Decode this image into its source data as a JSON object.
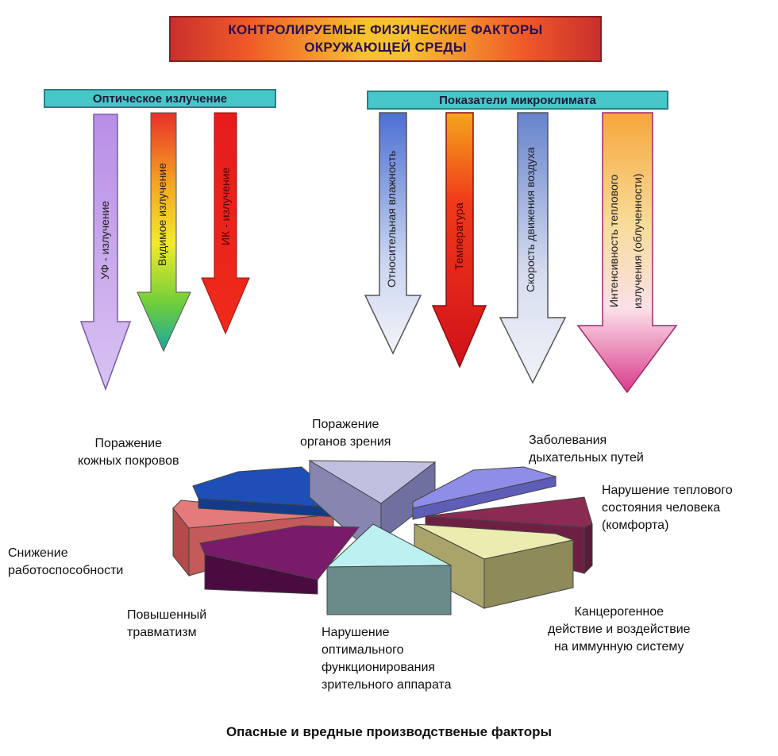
{
  "header": {
    "title_line1": "КОНТРОЛИРУЕМЫЕ ФИЗИЧЕСКИЕ ФАКТОРЫ",
    "title_line2": "ОКРУЖАЮЩЕЙ СРЕДЫ"
  },
  "categories": {
    "optical": "Оптическое излучение",
    "microclimate": "Показатели микроклимата"
  },
  "arrows": {
    "uv": "УФ - излучение",
    "visible": "Видимое излучение",
    "ir": "ИК - излучение",
    "humidity": "Относительная влажность",
    "temperature": "Температура",
    "air_speed": "Скорость движения воздуха",
    "heat_line1": "Интенсивность теплового",
    "heat_line2": "излучения (облученности)"
  },
  "effects": {
    "eye_line1": "Поражение",
    "eye_line2": "органов зрения",
    "resp_line1": "Заболевания",
    "resp_line2": "дыхательных путей",
    "thermal_line1": "Нарушение теплового",
    "thermal_line2": "состояния человека",
    "thermal_line3": "(комфорта)",
    "cancer_line1": "Канцерогенное",
    "cancer_line2": "действие и воздействие",
    "cancer_line3": "на иммунную систему",
    "visual_line1": "Нарушение",
    "visual_line2": "оптимального",
    "visual_line3": "функционирования",
    "visual_line4": "зрительного аппарата",
    "trauma_line1": "Повышенный",
    "trauma_line2": "травматизм",
    "work_line1": "Снижение",
    "work_line2": "работоспособности",
    "skin_line1": "Поражение",
    "skin_line2": "кожных покровов"
  },
  "footer": "Опасные  и вредные производственые факторы",
  "colors": {
    "uv": "#c9a6ec",
    "ir": "#e81c1c",
    "humidity": "#5b7fd6",
    "temperature": "#e6321f",
    "air": "#6f8ccf",
    "heat": "#e0579a",
    "cat_box": "#48c7c8",
    "slice_eye": "#b3b3d9",
    "slice_resp": "#8e8ee8",
    "slice_thermal": "#8b2a52",
    "slice_cancer": "#ecebb0",
    "slice_visual": "#bdf0f0",
    "slice_trauma": "#7a1a6b",
    "slice_work": "#e57a7a",
    "slice_skin": "#1e4fb8"
  }
}
